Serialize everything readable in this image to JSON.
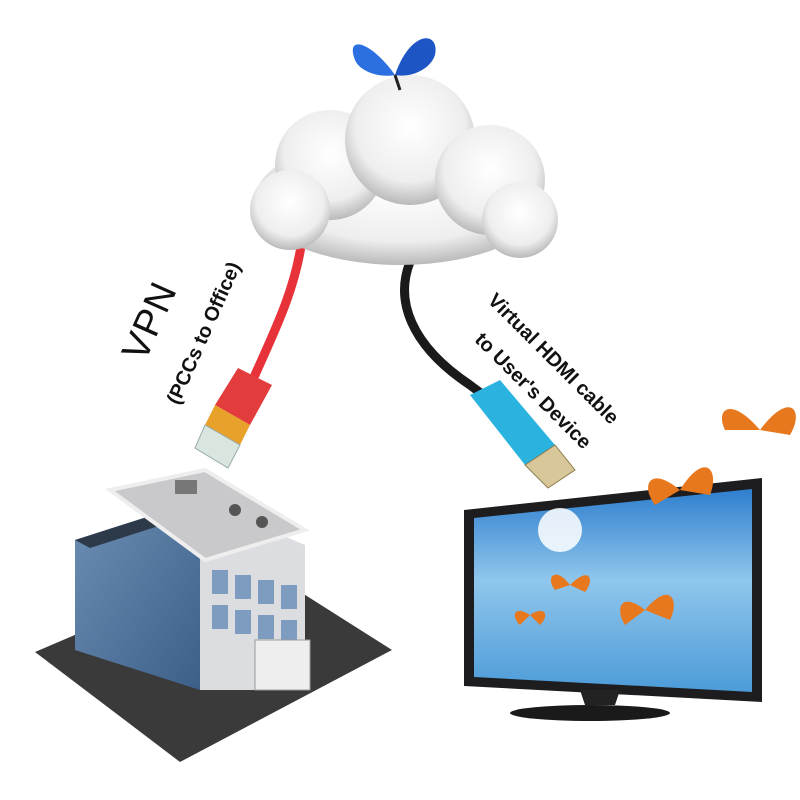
{
  "labels": {
    "vpn_title": "VPN",
    "vpn_subtitle": "(PCCs to Office)",
    "hdmi_line1": "Virtual HDMI cable",
    "hdmi_line2": "to User's Device"
  },
  "colors": {
    "ethernet_cable": "#e8323a",
    "hdmi_cable": "#1a1a1a",
    "hdmi_connector": "#2bb3e0",
    "building_glass": "#4a6f9a",
    "tv_screen": "#5aa6de",
    "butterfly_blue": "#2b6fe0",
    "butterfly_orange": "#e8781e"
  }
}
